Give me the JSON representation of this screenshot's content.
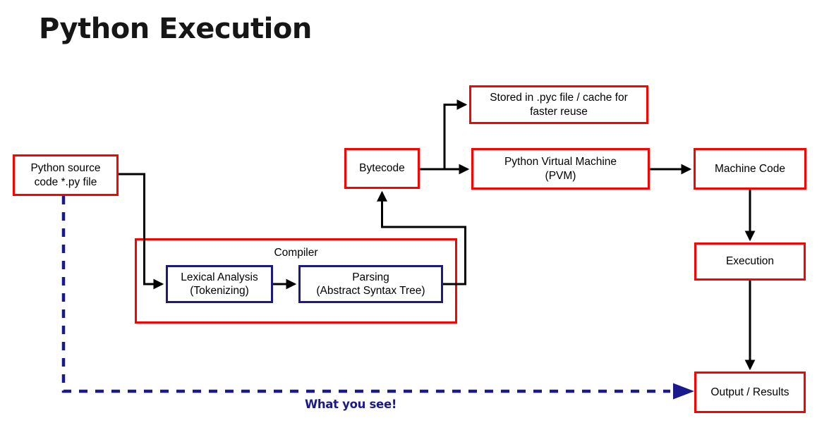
{
  "title": "Python Execution",
  "nodes": {
    "source": "Python source\ncode *.py file",
    "pyc": "Stored in .pyc file / cache for\nfaster reuse",
    "bytecode": "Bytecode",
    "pvm": "Python Virtual Machine\n(PVM)",
    "machine_code": "Machine Code",
    "execution": "Execution",
    "output": "Output / Results",
    "compiler": "Compiler",
    "lexical": "Lexical Analysis\n(Tokenizing)",
    "parsing": "Parsing\n(Abstract Syntax Tree)"
  },
  "annotations": {
    "what_you_see": "What you see!"
  },
  "colors": {
    "node_border": "#ff0000",
    "inner_node_border": "#1a1a80",
    "arrow": "#000000",
    "dashed_flow": "#1a1a8c",
    "title_text": "#161616",
    "node_text": "#000000"
  }
}
